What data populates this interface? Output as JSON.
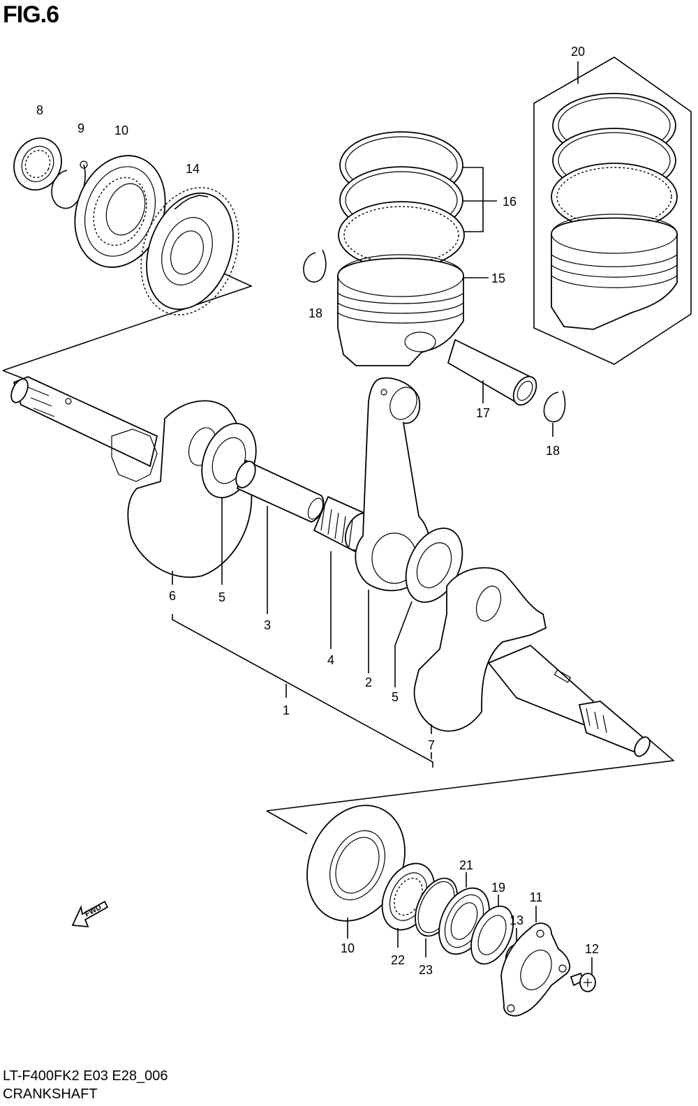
{
  "figure": {
    "title": "FIG.6",
    "model_code": "LT-F400FK2 E03 E28_006",
    "caption": "CRANKSHAFT"
  },
  "fwd_label": "FWD",
  "callouts": [
    "1",
    "2",
    "3",
    "4",
    "5",
    "5",
    "6",
    "7",
    "8",
    "9",
    "10",
    "10",
    "11",
    "12",
    "13",
    "14",
    "15",
    "16",
    "17",
    "18",
    "18",
    "19",
    "20",
    "21",
    "22",
    "23"
  ]
}
